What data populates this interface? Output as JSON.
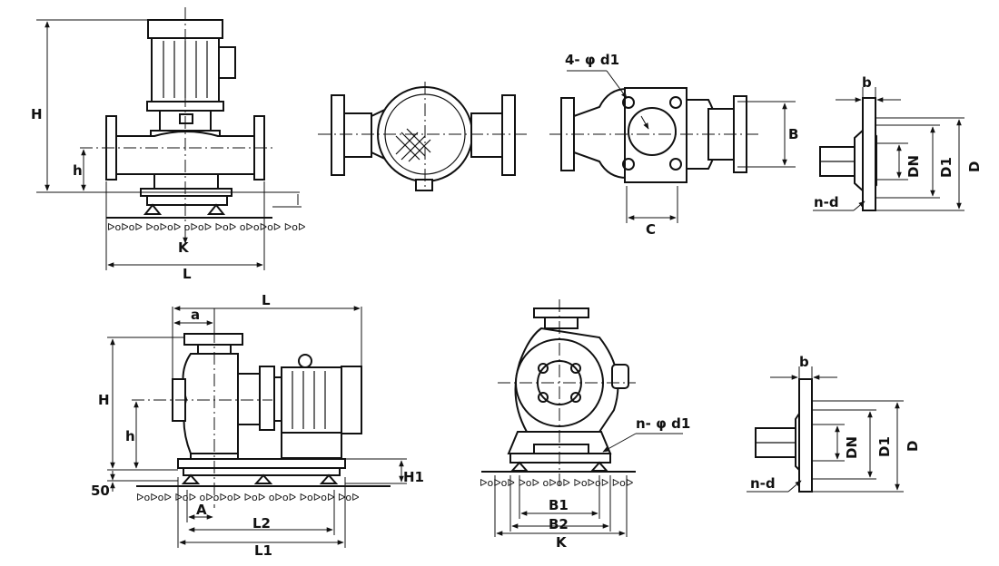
{
  "labels": {
    "vertical_pump": {
      "H": "H",
      "h": "h",
      "K": "K",
      "L": "L"
    },
    "top_view_flange": {
      "holes": "4- φ d1",
      "B": "B",
      "C": "C"
    },
    "flange_detail_top": {
      "b": "b",
      "DN": "DN",
      "D1": "D1",
      "D": "D",
      "nd": "n-d"
    },
    "horizontal_pump": {
      "L": "L",
      "a": "a",
      "H": "H",
      "h": "h",
      "H1": "H1",
      "50": "50",
      "A": "A",
      "L2": "L2",
      "L1": "L1"
    },
    "end_view": {
      "nphi": "n- φ d1",
      "B1": "B1",
      "B2": "B2",
      "K": "K"
    },
    "flange_detail_bottom": {
      "b": "b",
      "DN": "DN",
      "D1": "D1",
      "D": "D",
      "nd": "n-d"
    }
  }
}
